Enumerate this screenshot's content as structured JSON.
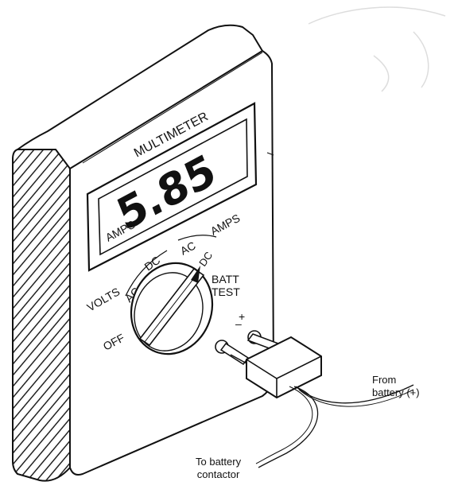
{
  "device": {
    "title": "MULTIMETER",
    "display_value": "5.85",
    "display_unit": "AMPS"
  },
  "dial": {
    "labels": {
      "volts": "VOLTS",
      "volts_ac": "AC",
      "volts_dc": "DC",
      "amps_ac": "AC",
      "amps_dc": "DC",
      "amps": "AMPS",
      "batt": "BATT",
      "test": "TEST",
      "off": "OFF"
    }
  },
  "terminals": {
    "negative": "–",
    "positive": "+"
  },
  "callouts": {
    "from_battery_line1": "From",
    "from_battery_line2": "battery (+)",
    "to_contactor_line1": "To battery",
    "to_contactor_line2": "contactor"
  }
}
